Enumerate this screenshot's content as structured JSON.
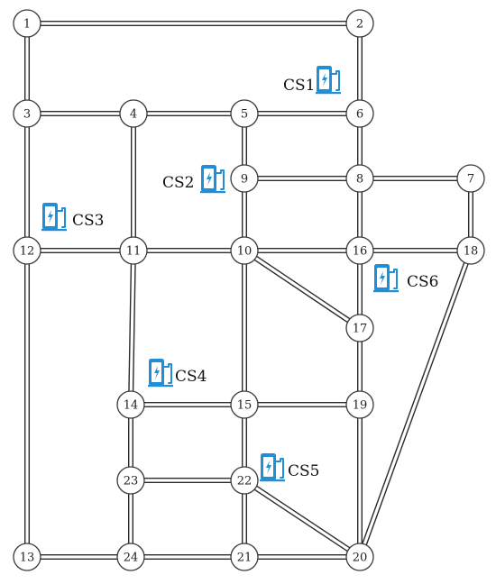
{
  "nodes": [
    {
      "id": "1",
      "label": "1"
    },
    {
      "id": "2",
      "label": "2"
    },
    {
      "id": "3",
      "label": "3"
    },
    {
      "id": "4",
      "label": "4"
    },
    {
      "id": "5",
      "label": "5"
    },
    {
      "id": "6",
      "label": "6"
    },
    {
      "id": "7",
      "label": "7"
    },
    {
      "id": "8",
      "label": "8"
    },
    {
      "id": "9",
      "label": "9"
    },
    {
      "id": "10",
      "label": "10"
    },
    {
      "id": "11",
      "label": "11"
    },
    {
      "id": "12",
      "label": "12"
    },
    {
      "id": "13",
      "label": "13"
    },
    {
      "id": "14",
      "label": "14"
    },
    {
      "id": "15",
      "label": "15"
    },
    {
      "id": "16",
      "label": "16"
    },
    {
      "id": "17",
      "label": "17"
    },
    {
      "id": "18",
      "label": "18"
    },
    {
      "id": "19",
      "label": "19"
    },
    {
      "id": "20",
      "label": "20"
    },
    {
      "id": "21",
      "label": "21"
    },
    {
      "id": "22",
      "label": "22"
    },
    {
      "id": "23",
      "label": "23"
    },
    {
      "id": "24",
      "label": "24"
    }
  ],
  "edges": [
    [
      "1",
      "2"
    ],
    [
      "1",
      "3"
    ],
    [
      "2",
      "6"
    ],
    [
      "3",
      "4"
    ],
    [
      "4",
      "5"
    ],
    [
      "5",
      "6"
    ],
    [
      "3",
      "12"
    ],
    [
      "4",
      "11"
    ],
    [
      "5",
      "9"
    ],
    [
      "6",
      "8"
    ],
    [
      "9",
      "8"
    ],
    [
      "8",
      "7"
    ],
    [
      "9",
      "10"
    ],
    [
      "8",
      "16"
    ],
    [
      "7",
      "18"
    ],
    [
      "12",
      "11"
    ],
    [
      "11",
      "10"
    ],
    [
      "10",
      "16"
    ],
    [
      "16",
      "18"
    ],
    [
      "10",
      "17"
    ],
    [
      "16",
      "17"
    ],
    [
      "12",
      "13"
    ],
    [
      "11",
      "14"
    ],
    [
      "10",
      "15"
    ],
    [
      "17",
      "19"
    ],
    [
      "14",
      "15"
    ],
    [
      "15",
      "19"
    ],
    [
      "14",
      "23"
    ],
    [
      "15",
      "22"
    ],
    [
      "19",
      "20"
    ],
    [
      "23",
      "22"
    ],
    [
      "23",
      "24"
    ],
    [
      "22",
      "21"
    ],
    [
      "22",
      "20"
    ],
    [
      "13",
      "24"
    ],
    [
      "24",
      "21"
    ],
    [
      "21",
      "20"
    ],
    [
      "18",
      "20"
    ]
  ],
  "stations": [
    {
      "id": "cs1",
      "label": "CS1"
    },
    {
      "id": "cs2",
      "label": "CS2"
    },
    {
      "id": "cs3",
      "label": "CS3"
    },
    {
      "id": "cs4",
      "label": "CS4"
    },
    {
      "id": "cs5",
      "label": "CS5"
    },
    {
      "id": "cs6",
      "label": "CS6"
    }
  ],
  "colors": {
    "charger_icon": "#1e8fd8",
    "road": "#2b2b2b",
    "background": "#ffffff"
  },
  "icon": "ev-charging-station-icon"
}
